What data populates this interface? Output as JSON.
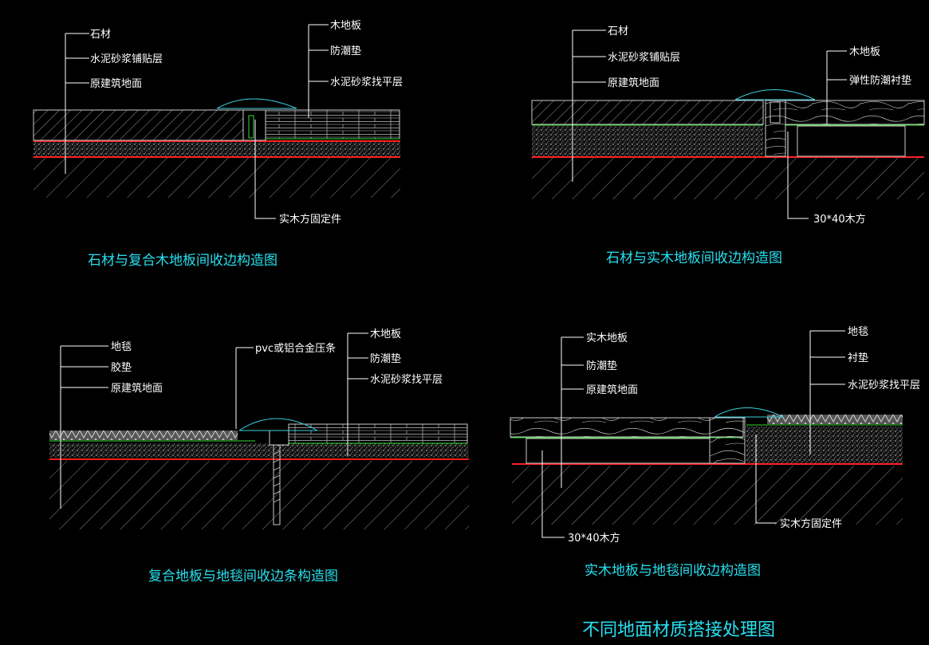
{
  "panels": [
    {
      "title": "石材与复合木地板间收边构造图",
      "labels_left": [
        "石材",
        "水泥砂浆铺贴层",
        "原建筑地面"
      ],
      "labels_right": [
        "木地板",
        "防潮垫",
        "水泥砂浆找平层"
      ],
      "label_bottom": "实木方固定件"
    },
    {
      "title": "石材与实木地板间收边构造图",
      "labels_left": [
        "石材",
        "水泥砂浆铺贴层",
        "原建筑地面"
      ],
      "labels_right": [
        "木地板",
        "弹性防潮衬垫"
      ],
      "label_bottom": "30*40木方"
    },
    {
      "title": "复合地板与地毯间收边条构造图",
      "labels_left": [
        "地毯",
        "胶垫",
        "原建筑地面"
      ],
      "label_strip": "pvc或铝合金压条",
      "labels_right": [
        "木地板",
        "防潮垫",
        "水泥砂浆找平层"
      ]
    },
    {
      "title": "实木地板与地毯间收边构造图",
      "labels_left": [
        "实木地板",
        "防潮垫",
        "原建筑地面"
      ],
      "labels_right": [
        "地毯",
        "衬垫",
        "水泥砂浆找平层"
      ],
      "label_bottom_left": "30*40木方",
      "label_bottom_right": "实木方固定件"
    }
  ],
  "main_title": "不同地面材质搭接处理图",
  "colors": {
    "background": "#000000",
    "title": "#27e0f0",
    "label": "#ffffff",
    "red_line": "#ff2020",
    "green_line": "#33dd33"
  }
}
